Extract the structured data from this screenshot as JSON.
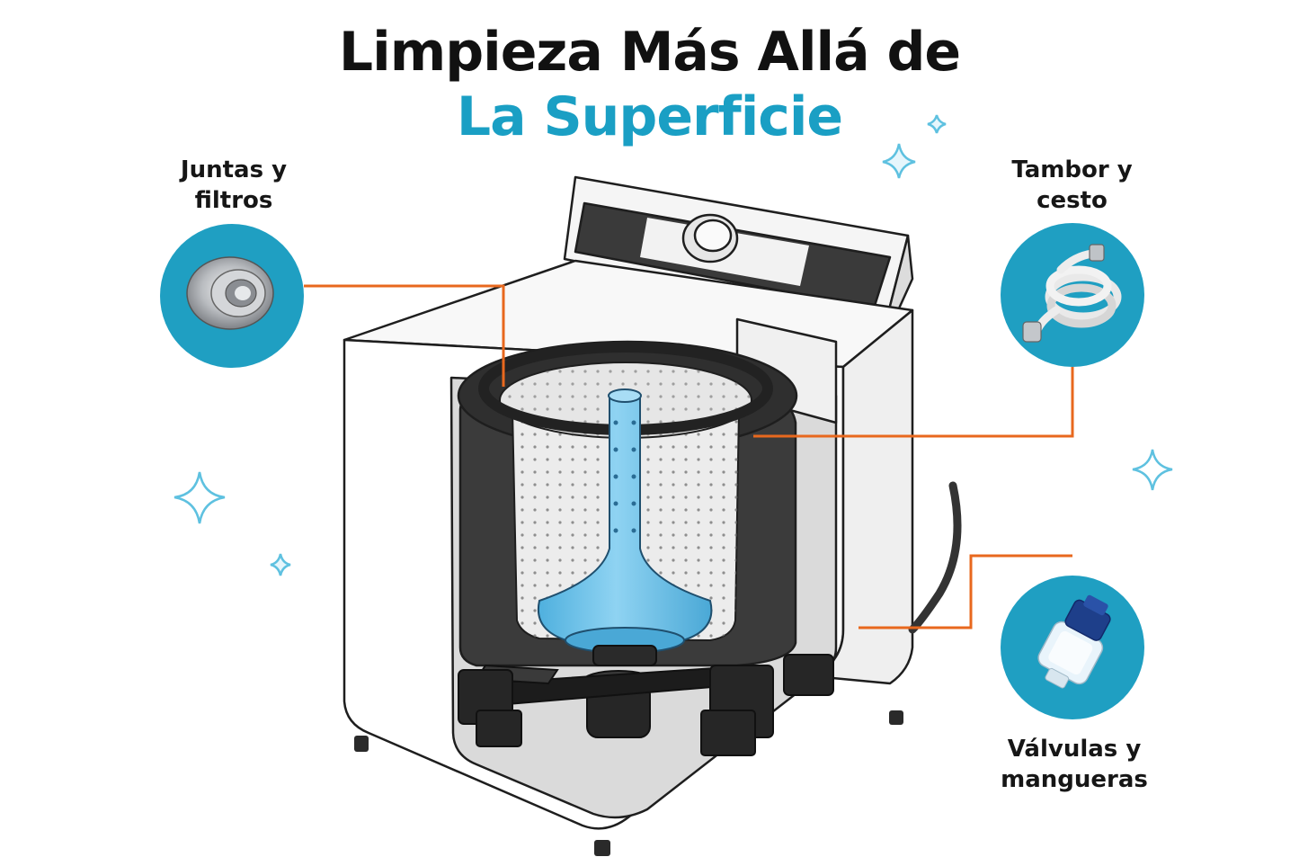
{
  "title": {
    "line1": "Limpieza Más Allá de",
    "line2": "La Superficie"
  },
  "callouts": {
    "seals": {
      "line1": "Juntas y",
      "line2": "filtros",
      "icon": "seal-filter-icon"
    },
    "drum": {
      "line1": "Tambor y",
      "line2": "cesto",
      "icon": "coiled-hose-icon"
    },
    "valves": {
      "line1": "Válvulas y",
      "line2": "mangueras",
      "icon": "water-filter-valve-icon"
    }
  },
  "colors": {
    "accent": "#1a9fc4",
    "circle": "#1f9fc2",
    "leader": "#e8681e",
    "agitator": "#6cc3ea",
    "title": "#111111"
  }
}
